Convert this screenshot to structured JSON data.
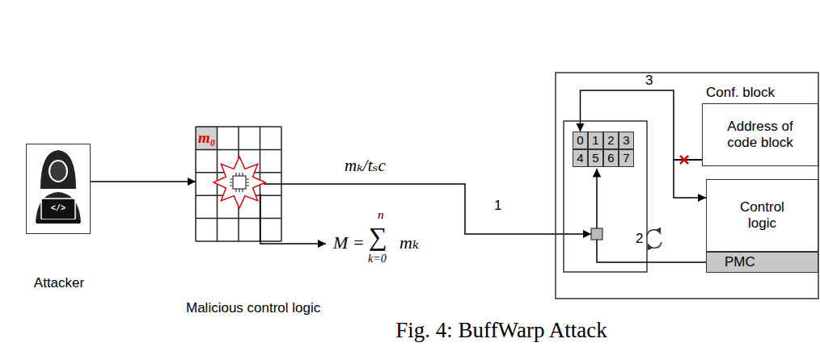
{
  "diagram": {
    "caption": "Fig. 4: BuffWarp Attack",
    "nodes": [
      {
        "text": [
          "Attacker"
        ]
      },
      {
        "text": [
          "Malicious control logic"
        ]
      },
      {
        "text": [
          "0"
        ]
      },
      {
        "text": [
          "1"
        ]
      },
      {
        "text": [
          "2"
        ]
      },
      {
        "text": [
          "3"
        ]
      },
      {
        "text": [
          "4"
        ]
      },
      {
        "text": [
          "5"
        ]
      },
      {
        "text": [
          "6"
        ]
      },
      {
        "text": [
          "7"
        ]
      },
      {
        "text": [
          "Conf. block",
          "Address of code block"
        ]
      },
      {
        "text": [
          "Control logic"
        ]
      },
      {
        "text": [
          "PMC"
        ]
      }
    ],
    "edges": [
      {
        "from": 0,
        "to": 1,
        "arrow": "to"
      },
      {
        "from": 10,
        "to": 2,
        "label": "3",
        "arrow": "to"
      },
      {
        "from": 10,
        "to": 11,
        "arrow": "to"
      }
    ],
    "labels": [
      "m₀",
      "mₖ/tₛc",
      "1",
      "M =",
      "n",
      "∑",
      "k=0",
      "mₖ",
      "2",
      "</>"
    ]
  }
}
